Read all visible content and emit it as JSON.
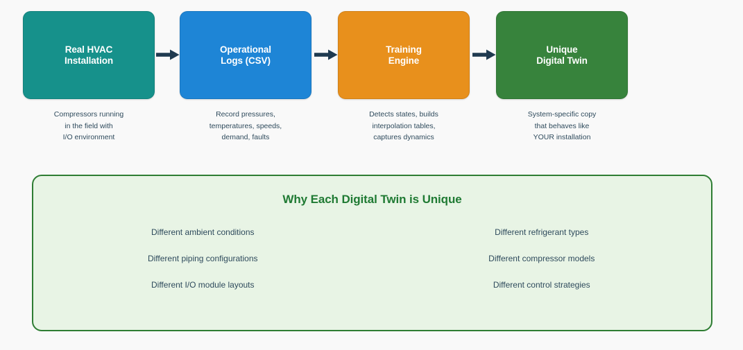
{
  "colors": {
    "background": "#f9f9f9",
    "arrow": "#1f3a50",
    "caption_text": "#2e4a5c",
    "panel_fill": "#e8f4e5",
    "panel_border": "#2e7d33",
    "panel_title": "#1f7a33",
    "stage_1": "#16918b",
    "stage_2": "#1e85d6",
    "stage_3": "#e8901c",
    "stage_4": "#37833c"
  },
  "pipeline": {
    "stages": [
      {
        "title": "Real HVAC\nInstallation",
        "caption": "Compressors running\nin the field with\nI/O environment",
        "color": "#16918b",
        "name": "real-hvac-installation"
      },
      {
        "title": "Operational\nLogs (CSV)",
        "caption": "Record pressures,\ntemperatures, speeds,\ndemand, faults",
        "color": "#1e85d6",
        "name": "operational-logs-csv"
      },
      {
        "title": "Training\nEngine",
        "caption": "Detects states, builds\ninterpolation tables,\ncaptures dynamics",
        "color": "#e8901c",
        "name": "training-engine"
      },
      {
        "title": "Unique\nDigital Twin",
        "caption": "System-specific copy\nthat behaves like\nYOUR installation",
        "color": "#37833c",
        "name": "unique-digital-twin"
      }
    ],
    "arrows": [
      {
        "icon": "arrow-right-icon"
      },
      {
        "icon": "arrow-right-icon"
      },
      {
        "icon": "arrow-right-icon"
      }
    ]
  },
  "why_panel": {
    "title": "Why Each Digital Twin is Unique",
    "left_column": [
      "Different ambient conditions",
      "Different piping configurations",
      "Different I/O module layouts"
    ],
    "right_column": [
      "Different refrigerant types",
      "Different compressor models",
      "Different control strategies"
    ]
  }
}
